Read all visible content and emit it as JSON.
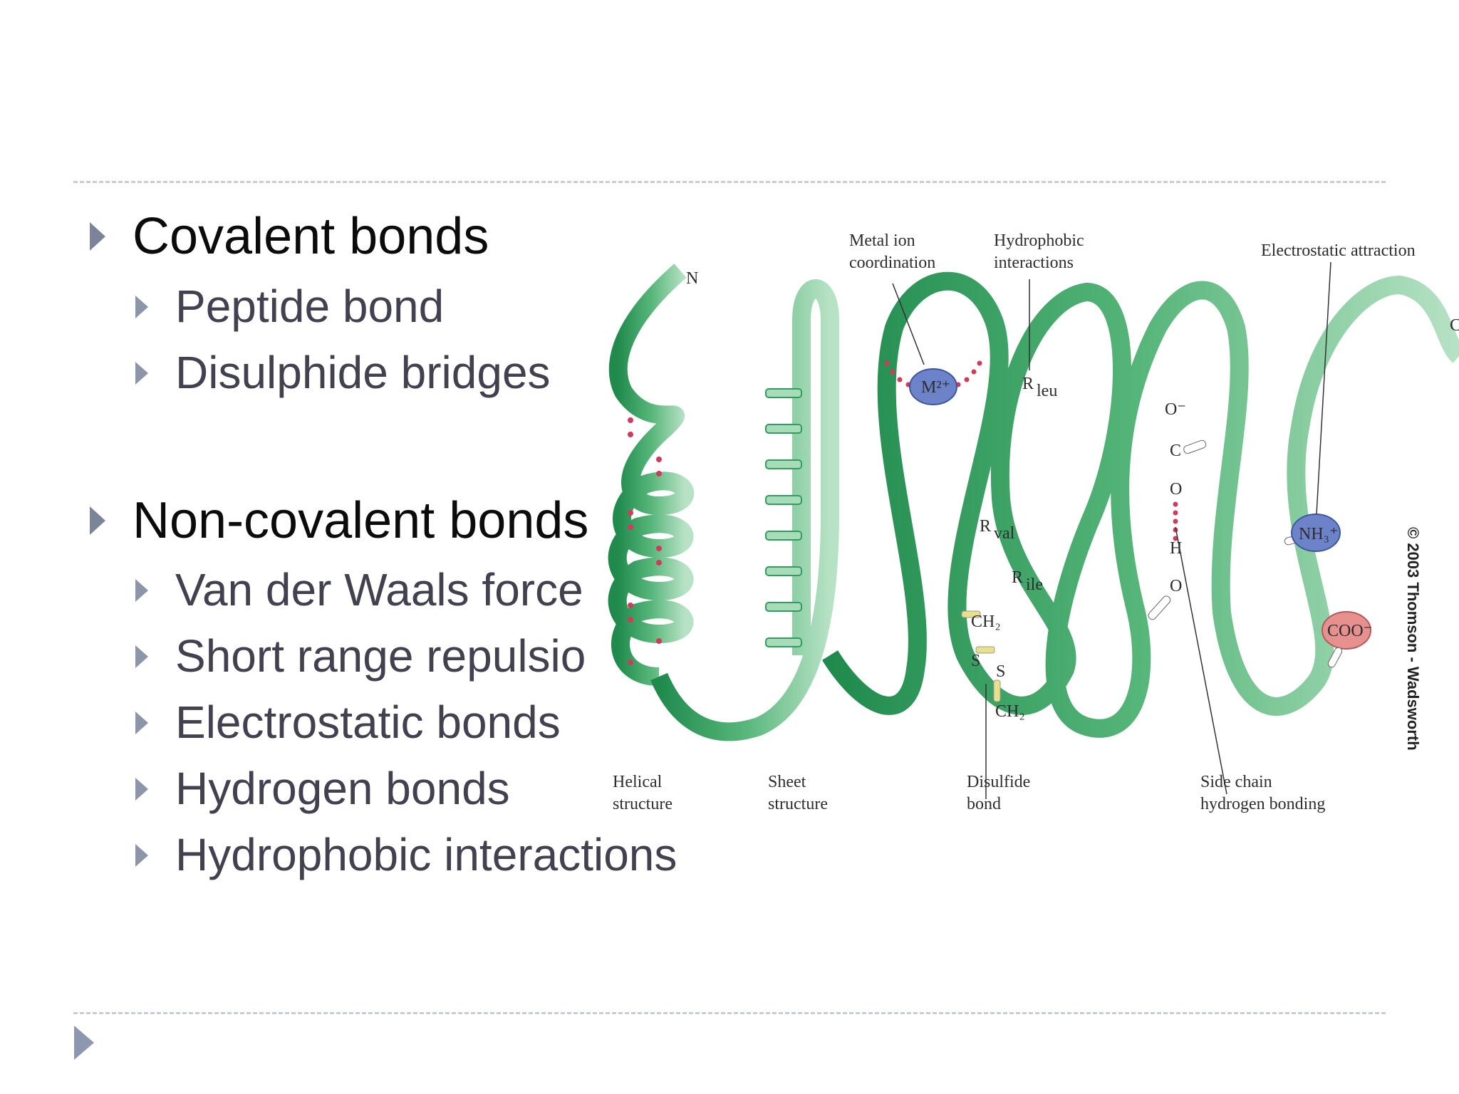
{
  "covalent": {
    "heading": "Covalent bonds",
    "items": [
      "Peptide bond",
      "Disulphide bridges"
    ]
  },
  "noncovalent": {
    "heading": "Non-covalent bonds",
    "items": [
      "Van der Waals force",
      "Short range repulsio",
      "Electrostatic bonds",
      "Hydrogen bonds",
      "Hydrophobic interactions"
    ]
  },
  "figure": {
    "labels": {
      "metal_ion_1": "Metal ion",
      "metal_ion_2": "coordination",
      "hydrophobic_1": "Hydrophobic",
      "hydrophobic_2": "interactions",
      "electrostatic": "Electrostatic attraction",
      "helical_1": "Helical",
      "helical_2": "structure",
      "sheet_1": "Sheet",
      "sheet_2": "structure",
      "disulfide_1": "Disulfide",
      "disulfide_2": "bond",
      "sidechain_1": "Side chain",
      "sidechain_2": "hydrogen bonding",
      "n_term": "N",
      "c_term": "C",
      "metal": "M²⁺",
      "r_leu": "R",
      "leu": "leu",
      "r_val": "R",
      "val": "val",
      "r_ile": "R",
      "ile": "ile",
      "nh3": "NH₃⁺",
      "coo": "COO⁻",
      "o_minus": "O⁻",
      "c": "C",
      "o": "O",
      "h": "H",
      "o2": "O",
      "ch2_top": "CH₂",
      "s1": "S",
      "s2": "S",
      "ch2_bot": "CH₂"
    },
    "copyright": "© 2003 Thomson - Wadsworth",
    "colors": {
      "ribbon": "#2e9e5e",
      "ribbon_light": "#a8dcb8",
      "metal_ion": "#6d83c9",
      "nh3": "#6d83c9",
      "coo": "#e79090",
      "hbond_dots": "#d23a5a"
    }
  }
}
